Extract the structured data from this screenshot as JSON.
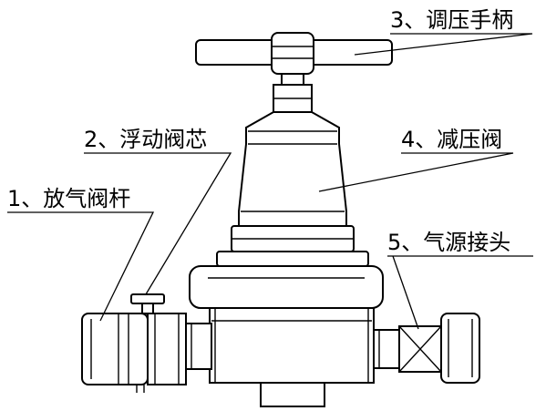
{
  "labels": {
    "bleed_valve_stem": "1、放气阀杆",
    "floating_valve_core": "2、浮动阀芯",
    "pressure_handle": "3、调压手柄",
    "pressure_reducing_valve": "4、减压阀",
    "air_source_connector": "5、气源接头"
  },
  "colors": {
    "line": "#000000",
    "background": "#ffffff"
  }
}
